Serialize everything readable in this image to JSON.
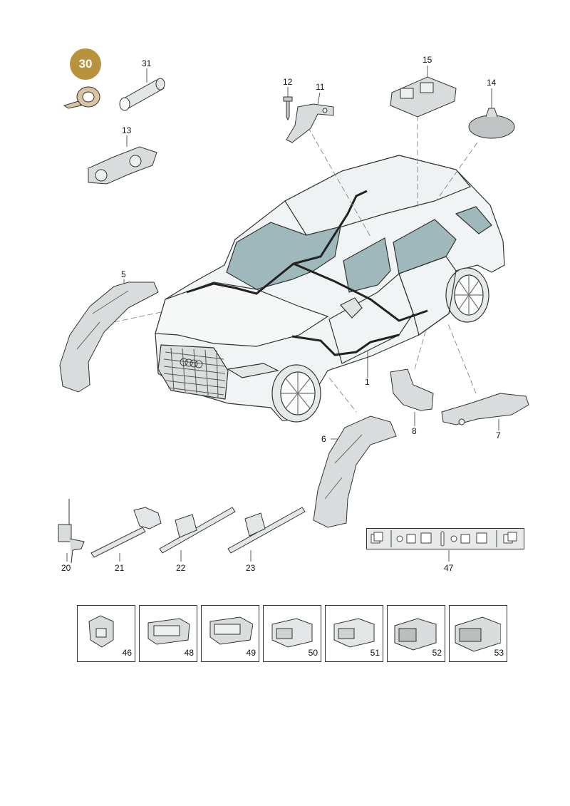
{
  "badge": {
    "number": "30"
  },
  "callouts": {
    "c1": "1",
    "c5": "5",
    "c6": "6",
    "c7": "7",
    "c8": "8",
    "c11": "11",
    "c12": "12",
    "c13": "13",
    "c14": "14",
    "c15": "15",
    "c20": "20",
    "c21": "21",
    "c22": "22",
    "c23": "23",
    "c31": "31",
    "c47": "47"
  },
  "connectors": [
    {
      "number": "46"
    },
    {
      "number": "48"
    },
    {
      "number": "49"
    },
    {
      "number": "50"
    },
    {
      "number": "51"
    },
    {
      "number": "52"
    },
    {
      "number": "53"
    }
  ],
  "colors": {
    "badge": "#b8923d",
    "line": "#333333",
    "part_fill": "#d9dcdc",
    "glass": "#9fb8bb",
    "car_body": "#f1f4f4"
  }
}
